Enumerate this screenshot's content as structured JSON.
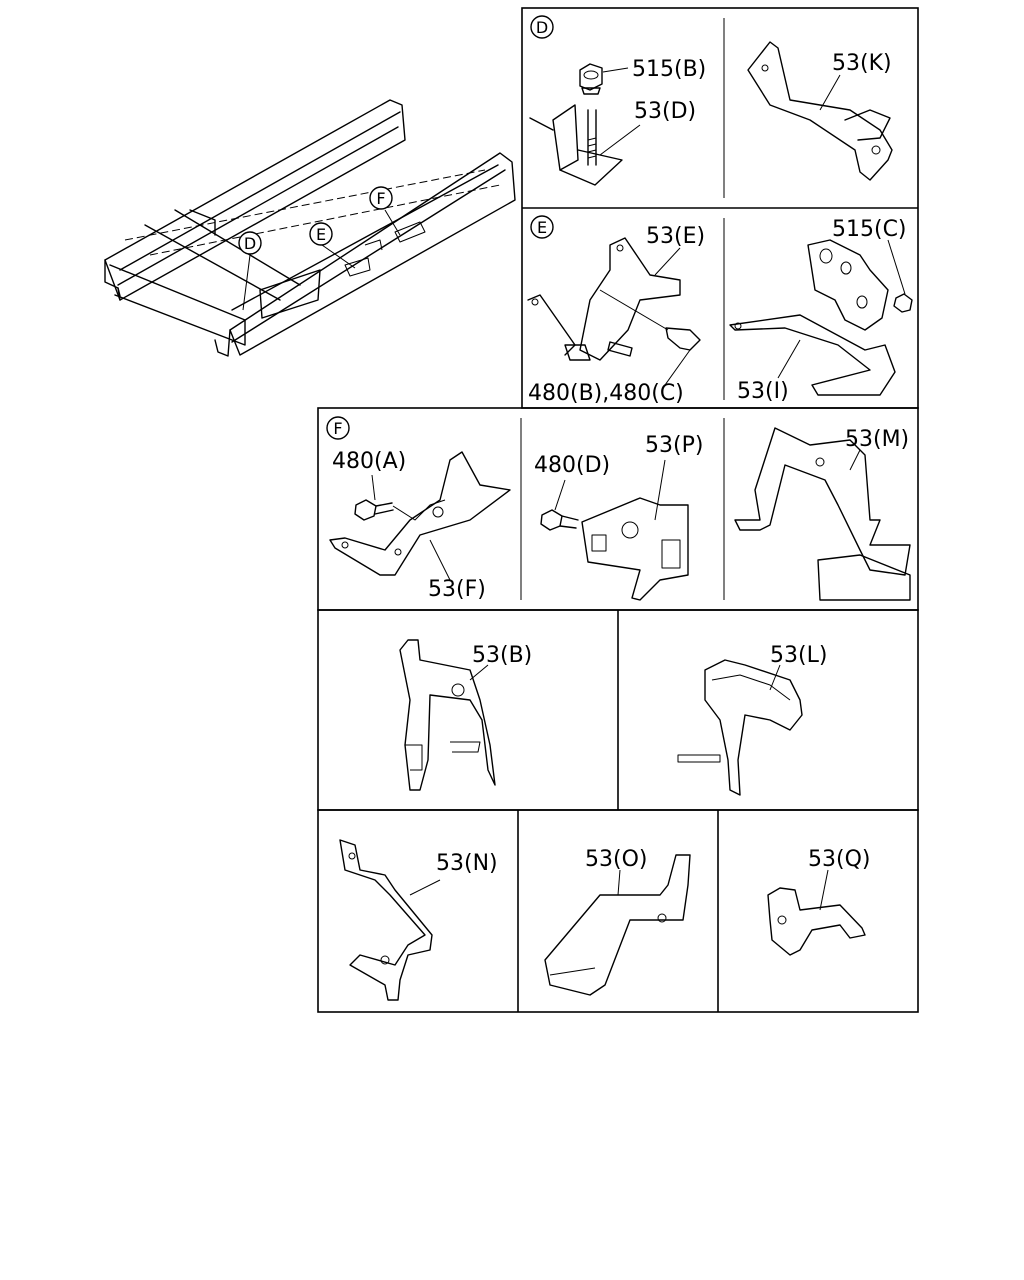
{
  "callouts": {
    "frame_d": "D",
    "frame_e": "E",
    "frame_f": "F",
    "panel_d": "D",
    "panel_e": "E",
    "panel_f": "F"
  },
  "labels": {
    "p515b": "515(B)",
    "p53d": "53(D)",
    "p53k": "53(K)",
    "p53e": "53(E)",
    "p515c": "515(C)",
    "p480bc": "480(B),480(C)",
    "p53i": "53(I)",
    "p480a": "480(A)",
    "p53f": "53(F)",
    "p480d": "480(D)",
    "p53p": "53(P)",
    "p53m": "53(M)",
    "p53b": "53(B)",
    "p53l": "53(L)",
    "p53n": "53(N)",
    "p53o": "53(O)",
    "p53q": "53(Q)"
  }
}
